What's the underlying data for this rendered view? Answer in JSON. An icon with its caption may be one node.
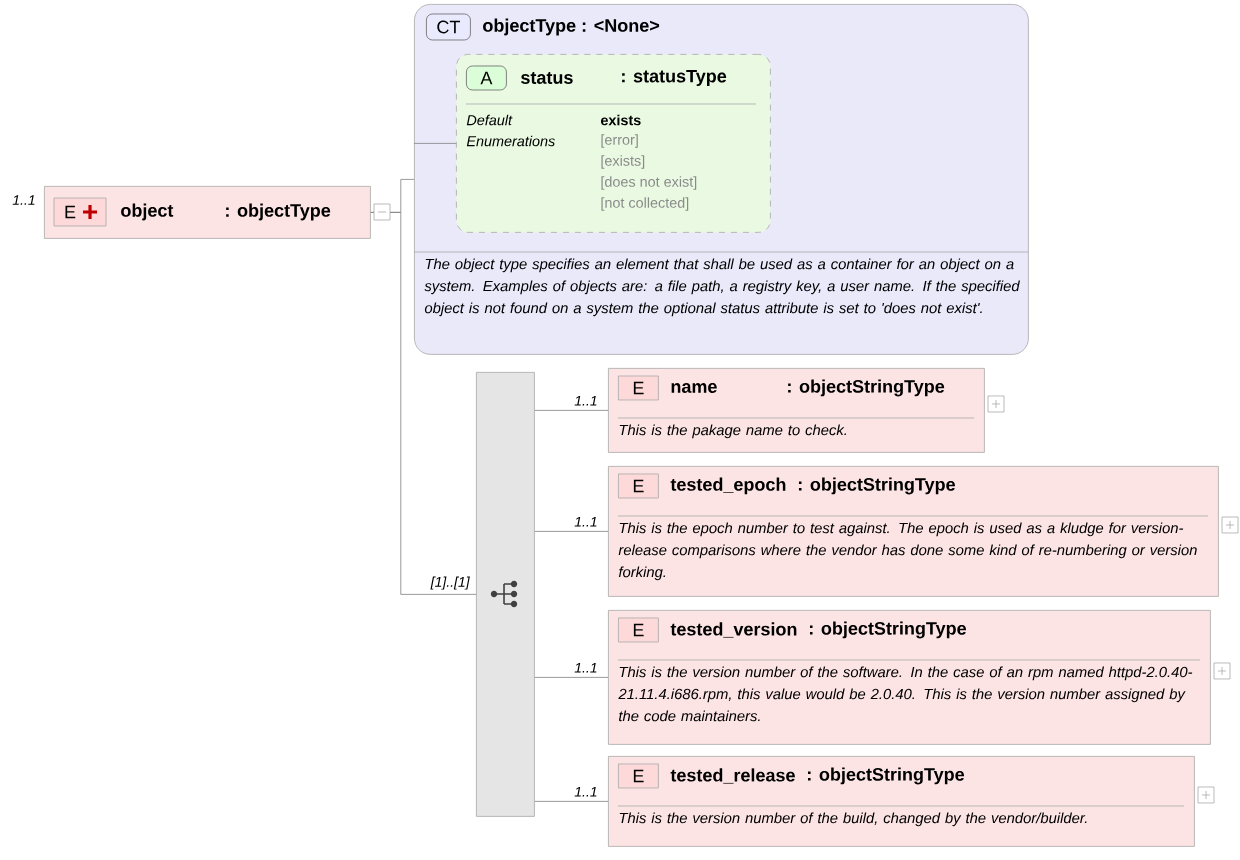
{
  "diagram": {
    "nodes": [
      {
        "text": [
          "E",
          "object",
          ": objectType"
        ],
        "beside": [
          "1..1"
        ]
      },
      {
        "text": [
          "CT",
          "objectType : <None>",
          "The object type specifies an element that shall be used as a container for an object on a system. Examples of objects are: a file path, a registry key, a user name. If the specified object is not found on a system the optional status attribute is set to 'does not exist'."
        ]
      },
      {
        "text": [
          "A",
          "status",
          ": statusType",
          "Default",
          "exists",
          "Enumerations",
          "[error]",
          "[exists]",
          "[does not exist]",
          "[not collected]"
        ],
        "in": 1
      },
      {
        "text": [],
        "shape": "bar",
        "beside": [
          "[1]..[1]"
        ]
      },
      {
        "text": [
          "E",
          "name",
          ": objectStringType",
          "This is the pakage name to check."
        ],
        "beside": [
          "1..1"
        ]
      },
      {
        "text": [
          "E",
          "tested_epoch",
          ": objectStringType",
          "This is the epoch number to test against. The epoch is used as a kludge for version-release comparisons where the vendor has done some kind of re-numbering or version forking."
        ],
        "beside": [
          "1..1"
        ]
      },
      {
        "text": [
          "E",
          "tested_version",
          ": objectStringType",
          "This is the version number of the software. In the case of an rpm named httpd-2.0.40-21.11.4.i686.rpm, this value would be 2.0.40. This is the version number assigned by the code maintainers."
        ],
        "beside": [
          "1..1"
        ]
      },
      {
        "text": [
          "E",
          "tested_release",
          ": objectStringType",
          "This is the version number of the build, changed by the vendor/builder."
        ],
        "beside": [
          "1..1"
        ]
      }
    ],
    "edges": [
      {
        "from": 0,
        "to": 1,
        "arrow": "none"
      },
      {
        "from": 1,
        "to": 2,
        "arrow": "none"
      },
      {
        "from": 0,
        "to": 3,
        "arrow": "none"
      },
      {
        "from": 3,
        "to": 4,
        "arrow": "none"
      },
      {
        "from": 3,
        "to": 5,
        "arrow": "none"
      },
      {
        "from": 3,
        "to": 6,
        "arrow": "none"
      },
      {
        "from": 3,
        "to": 7,
        "arrow": "none"
      }
    ]
  }
}
